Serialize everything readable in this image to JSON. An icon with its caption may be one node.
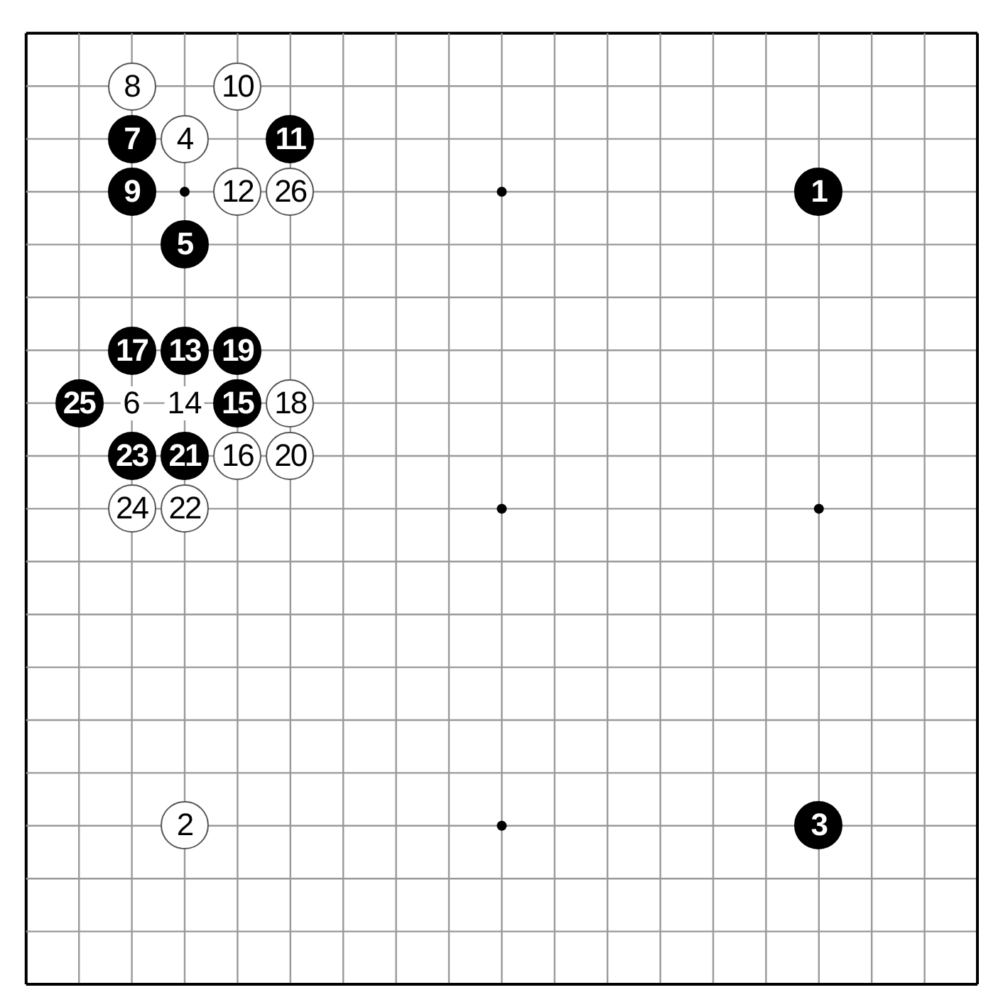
{
  "diagram": {
    "nodes": [
      {
        "text": [
          "8"
        ]
      },
      {
        "text": [
          "10"
        ]
      },
      {
        "text": [
          "7"
        ]
      },
      {
        "text": [
          "4"
        ]
      },
      {
        "text": [
          "11"
        ]
      },
      {
        "text": [
          "9"
        ]
      },
      {
        "text": [
          "12"
        ]
      },
      {
        "text": [
          "26"
        ]
      },
      {
        "text": [
          "1"
        ]
      },
      {
        "text": [
          "5"
        ]
      },
      {
        "text": [
          "17"
        ]
      },
      {
        "text": [
          "13"
        ]
      },
      {
        "text": [
          "19"
        ]
      },
      {
        "text": [
          "25"
        ]
      },
      {
        "text": [
          "15"
        ]
      },
      {
        "text": [
          "18"
        ]
      },
      {
        "text": [
          "23"
        ]
      },
      {
        "text": [
          "21"
        ]
      },
      {
        "text": [
          "16"
        ]
      },
      {
        "text": [
          "20"
        ]
      },
      {
        "text": [
          "24"
        ]
      },
      {
        "text": [
          "22"
        ]
      },
      {
        "text": [
          "2"
        ]
      },
      {
        "text": [
          "3"
        ]
      }
    ],
    "labels": [
      "6",
      "14"
    ]
  }
}
